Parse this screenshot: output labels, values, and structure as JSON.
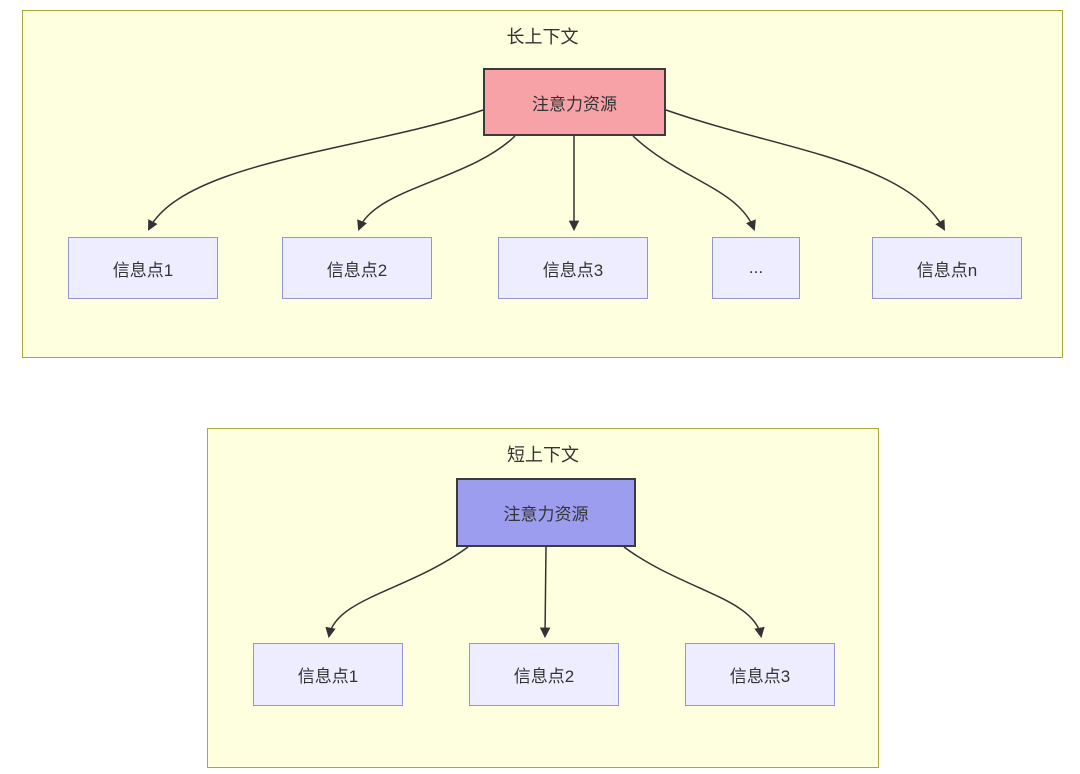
{
  "long_context": {
    "title": "长上下文",
    "attention_label": "注意力资源",
    "items": [
      "信息点1",
      "信息点2",
      "信息点3",
      "...",
      "信息点n"
    ]
  },
  "short_context": {
    "title": "短上下文",
    "attention_label": "注意力资源",
    "items": [
      "信息点1",
      "信息点2",
      "信息点3"
    ]
  },
  "colors": {
    "container_fill": "#feffdf",
    "container_border": "#a9a93a",
    "attention_long_fill": "#f7a2a7",
    "attention_short_fill": "#9d9df0",
    "info_node_fill": "#ededff",
    "info_node_border": "#9595d2",
    "arrow": "#333333",
    "text": "#333333"
  }
}
